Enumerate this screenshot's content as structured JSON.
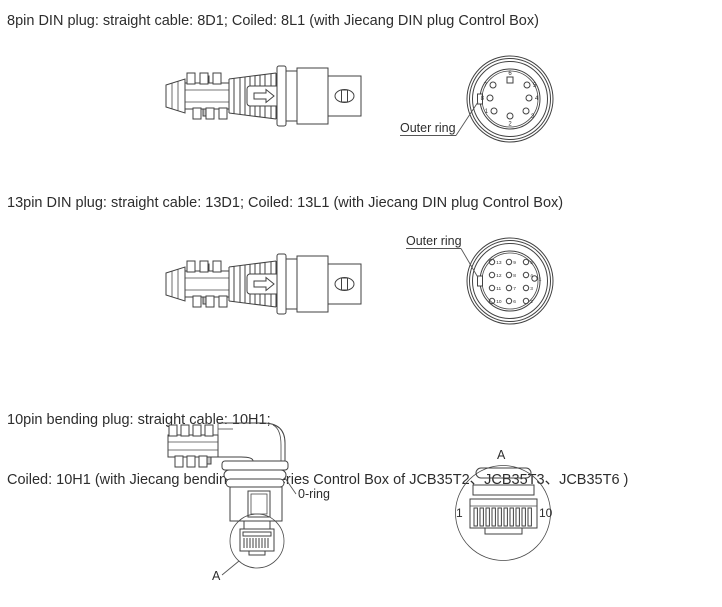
{
  "colors": {
    "background": "#ffffff",
    "line": "#424242",
    "text": "#2d2d2d"
  },
  "sections": [
    {
      "heading": "8pin DIN plug: straight cable: 8D1; Coiled: 8L1 (with Jiecang DIN plug Control Box)",
      "outer_ring_label": "Outer ring",
      "pins": [
        "6",
        "7",
        "5",
        "8",
        "4",
        "1",
        "2",
        "3"
      ]
    },
    {
      "heading": "13pin DIN plug: straight cable: 13D1; Coiled: 13L1 (with Jiecang DIN plug Control Box)",
      "outer_ring_label": "Outer ring",
      "pins": [
        "13",
        "9",
        "5",
        "12",
        "8",
        "4",
        "11",
        "7",
        "3",
        "10",
        "6",
        "2",
        "1"
      ]
    },
    {
      "heading_line1": "10pin bending plug: straight cable: 10H1;",
      "heading_line2": "Coiled: 10H1 (with Jiecang bending plug series Control Box of JCB35T2、JCB35T3、JCB35T6 )",
      "oring_label": "0-ring",
      "detail_label": "A",
      "detail_view_label": "A",
      "detail_pin_first": "1",
      "detail_pin_last": "10"
    }
  ]
}
